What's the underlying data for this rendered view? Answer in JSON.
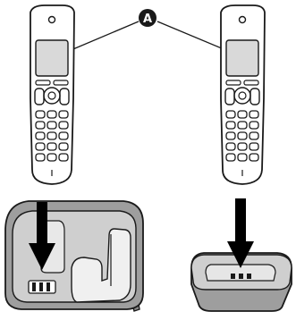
{
  "callout": {
    "letter": "A"
  },
  "colors": {
    "outline": "#1a1a1a",
    "screen": "#d9d9d9",
    "base_body": "#9e9e9e",
    "base_top": "#cfcfcf",
    "arrow": "#000000",
    "background": "#ffffff"
  },
  "items": [
    {
      "name": "handset",
      "count": 2
    },
    {
      "name": "main-base-unit",
      "count": 1
    },
    {
      "name": "charger-unit",
      "count": 1
    }
  ]
}
